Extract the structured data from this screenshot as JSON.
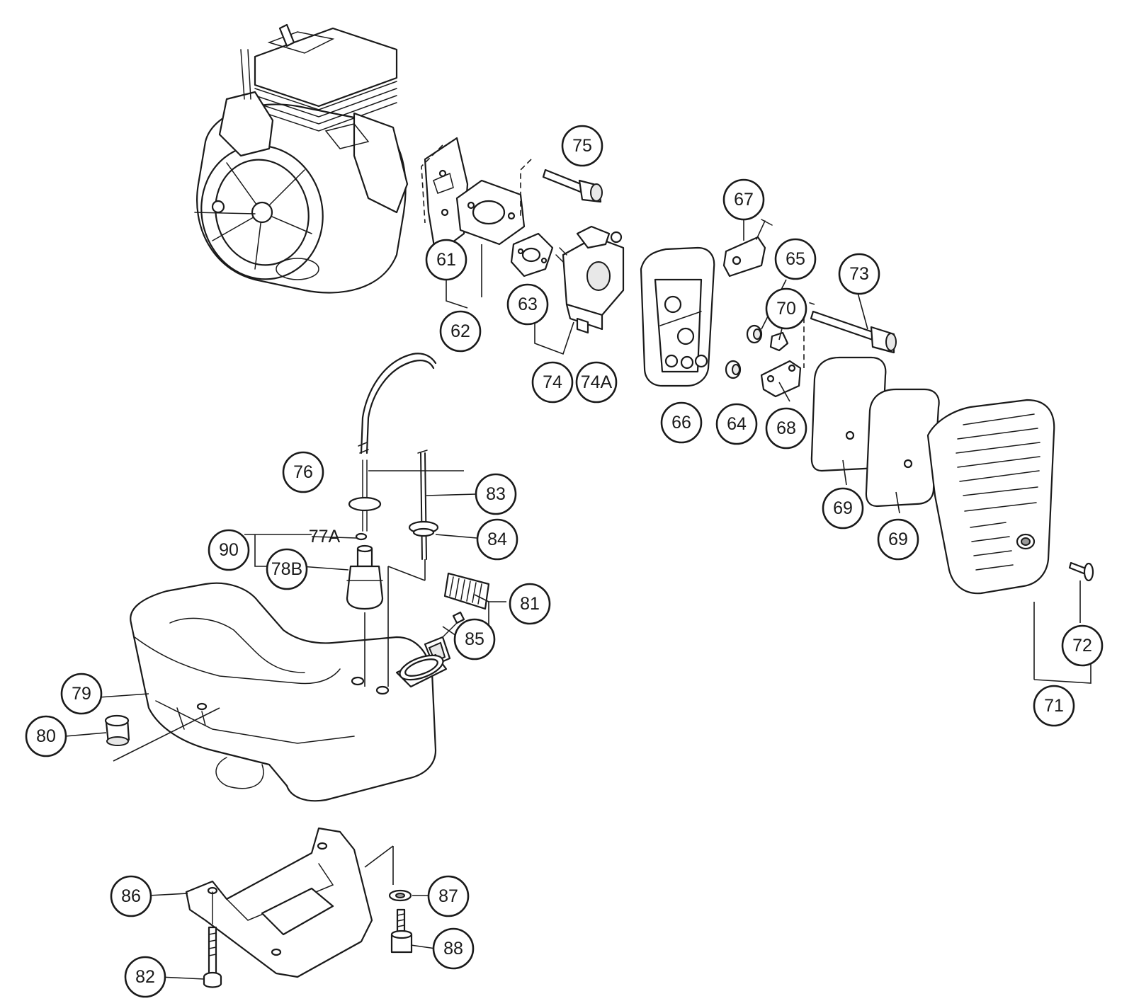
{
  "callouts": [
    {
      "id": "c75",
      "label": "75"
    },
    {
      "id": "c67",
      "label": "67"
    },
    {
      "id": "c65",
      "label": "65"
    },
    {
      "id": "c73",
      "label": "73"
    },
    {
      "id": "c61",
      "label": "61"
    },
    {
      "id": "c62",
      "label": "62"
    },
    {
      "id": "c63",
      "label": "63"
    },
    {
      "id": "c70",
      "label": "70"
    },
    {
      "id": "c74",
      "label": "74"
    },
    {
      "id": "c74A",
      "label": "74A"
    },
    {
      "id": "c66",
      "label": "66"
    },
    {
      "id": "c64",
      "label": "64"
    },
    {
      "id": "c68",
      "label": "68"
    },
    {
      "id": "c69a",
      "label": "69"
    },
    {
      "id": "c69b",
      "label": "69"
    },
    {
      "id": "c76",
      "label": "76"
    },
    {
      "id": "c83",
      "label": "83"
    },
    {
      "id": "c84",
      "label": "84"
    },
    {
      "id": "c77A",
      "label": "77A"
    },
    {
      "id": "c90",
      "label": "90"
    },
    {
      "id": "c78B",
      "label": "78B"
    },
    {
      "id": "c81",
      "label": "81"
    },
    {
      "id": "c85",
      "label": "85"
    },
    {
      "id": "c72",
      "label": "72"
    },
    {
      "id": "c71",
      "label": "71"
    },
    {
      "id": "c79",
      "label": "79"
    },
    {
      "id": "c80",
      "label": "80"
    },
    {
      "id": "c86",
      "label": "86"
    },
    {
      "id": "c87",
      "label": "87"
    },
    {
      "id": "c88",
      "label": "88"
    },
    {
      "id": "c82",
      "label": "82"
    }
  ]
}
